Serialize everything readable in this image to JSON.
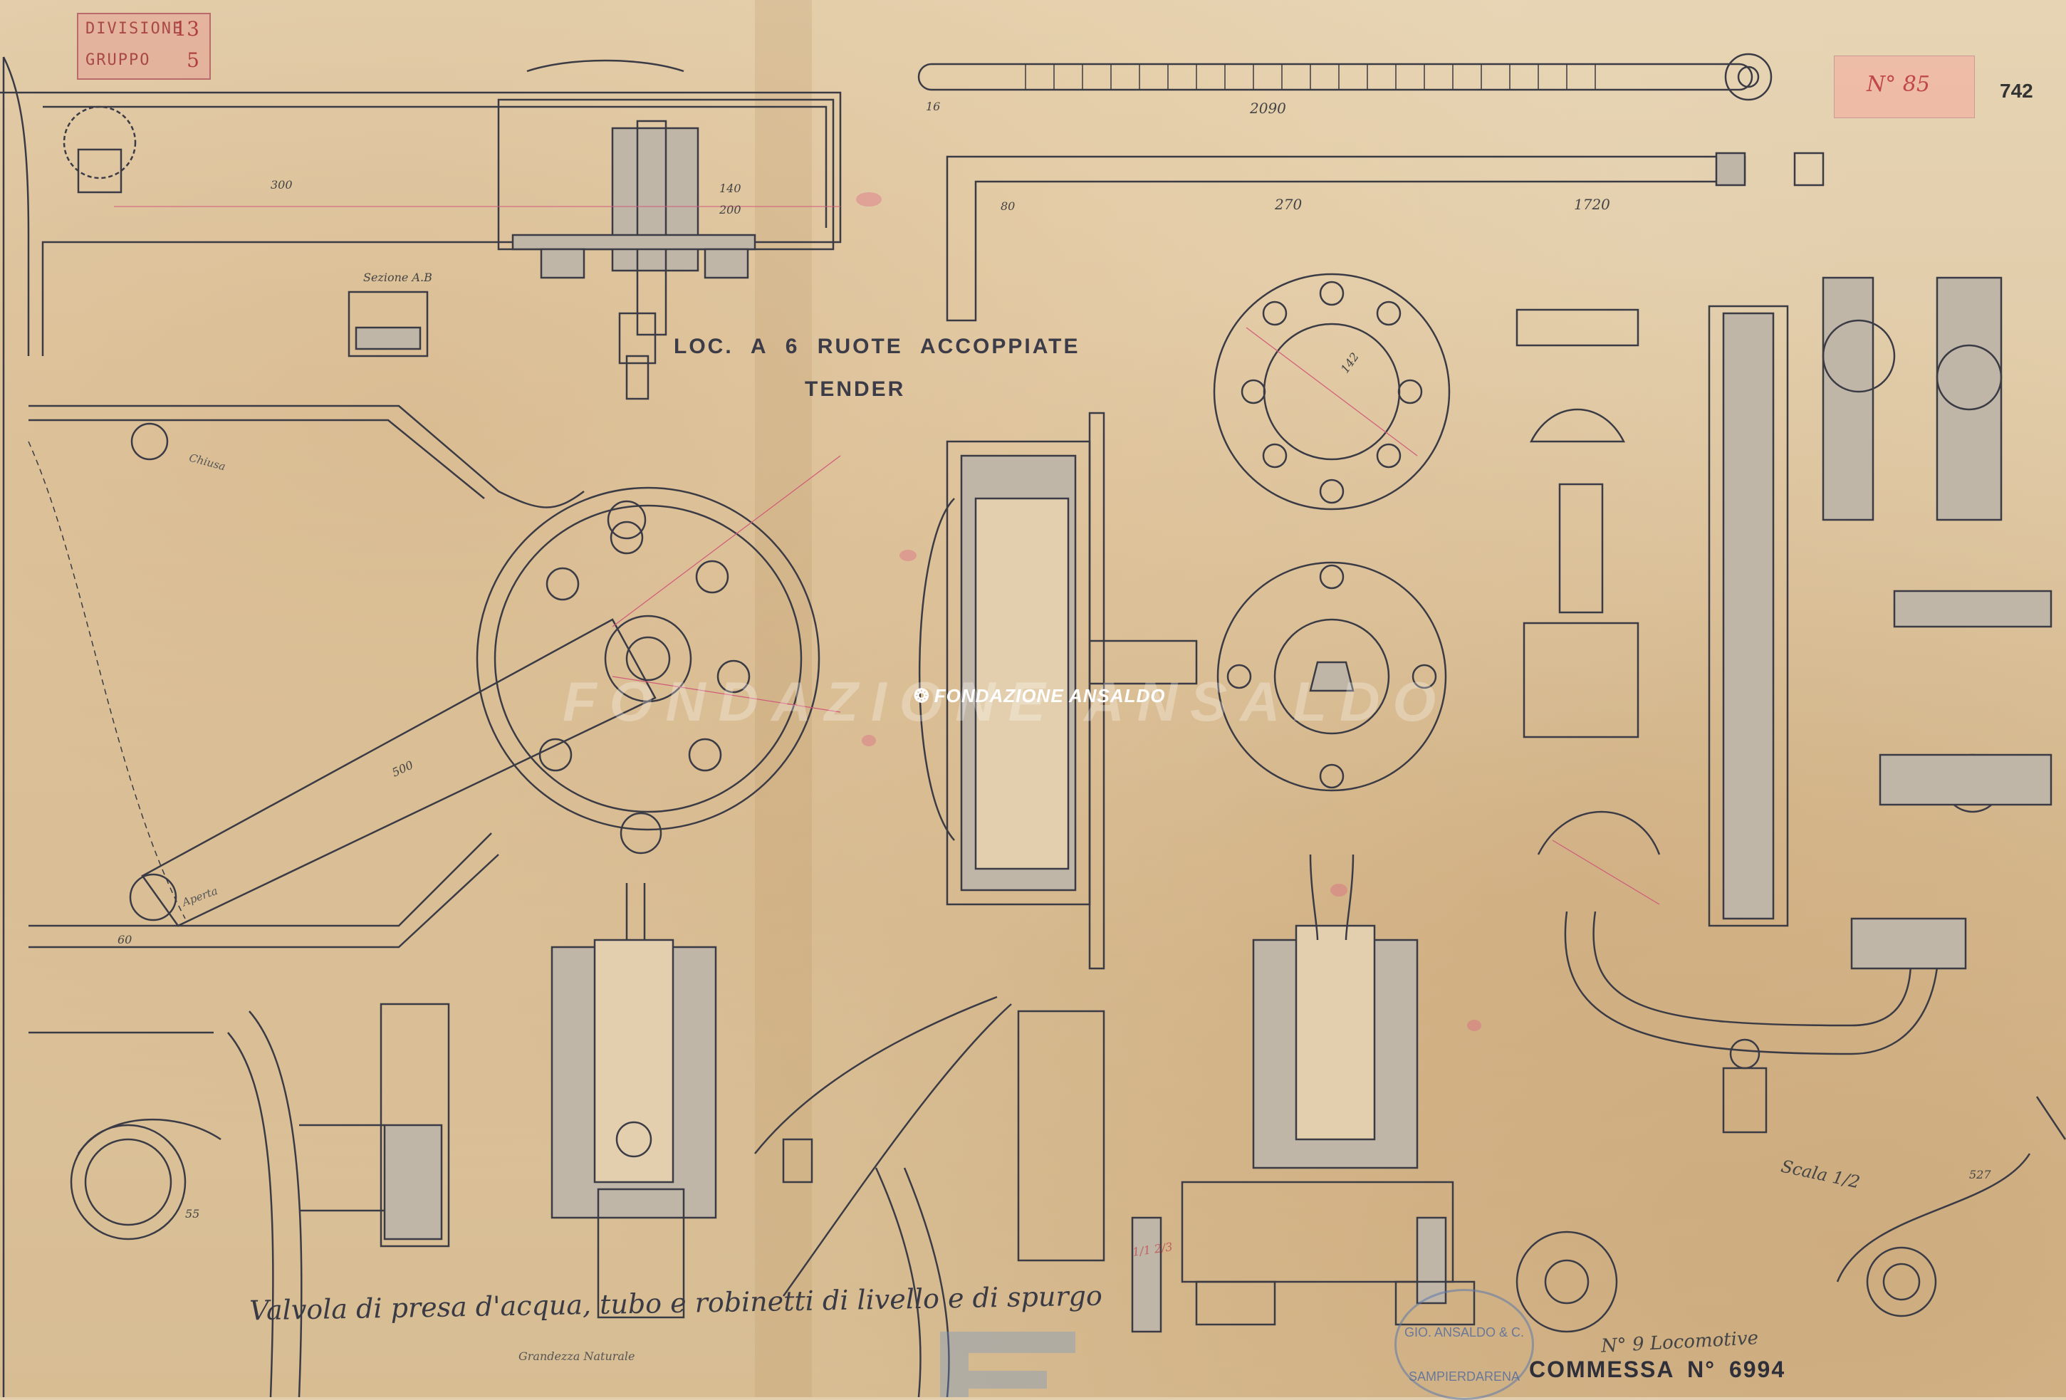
{
  "stamp_division": {
    "label_1": "DIVISIONE",
    "value_1": "13",
    "label_2": "GRUPPO",
    "value_2": "5"
  },
  "tag": {
    "number": "N° 85"
  },
  "sheet_number": "742",
  "title": {
    "line_1": "LOC. A 6 RUOTE ACCOPPIATE",
    "line_2": "TENDER"
  },
  "watermark": {
    "text": "FONDAZIONE ANSALDO",
    "logo_text": "FONDAZIONE ANSALDO"
  },
  "caption": {
    "main": "Valvola di presa d'acqua, tubo e robinetti di livello e di spurgo",
    "scale_note": "Grandezza Naturale"
  },
  "footer": {
    "locomotive_count": "N° 9 Locomotive",
    "commessa_label": "COMMESSA N°",
    "commessa_number": "6994"
  },
  "scale": {
    "text": "Scala 1/2"
  },
  "company_stamp": {
    "line_1": "GIO. ANSALDO & C.",
    "line_2": "SAMPIERDARENA"
  },
  "section_label": {
    "text": "Sezione A.B"
  },
  "dimensions": {
    "d_2090": "2090",
    "d_1720": "1720",
    "d_270": "270",
    "d_300": "300",
    "d_200": "200",
    "d_500": "500",
    "d_140": "140",
    "d_60": "60",
    "d_55": "55",
    "d_16": "16",
    "d_80": "80",
    "d_527": "527",
    "d_142": "142"
  },
  "annotations": {
    "aperta": "Aperta",
    "chiusa": "Chiusa",
    "side_note": "1/1 2/3"
  },
  "colors": {
    "ink": "#3b3b45",
    "fill": "#bfb6a8",
    "pink": "#d05a7a",
    "paper": "#e3cfae"
  }
}
